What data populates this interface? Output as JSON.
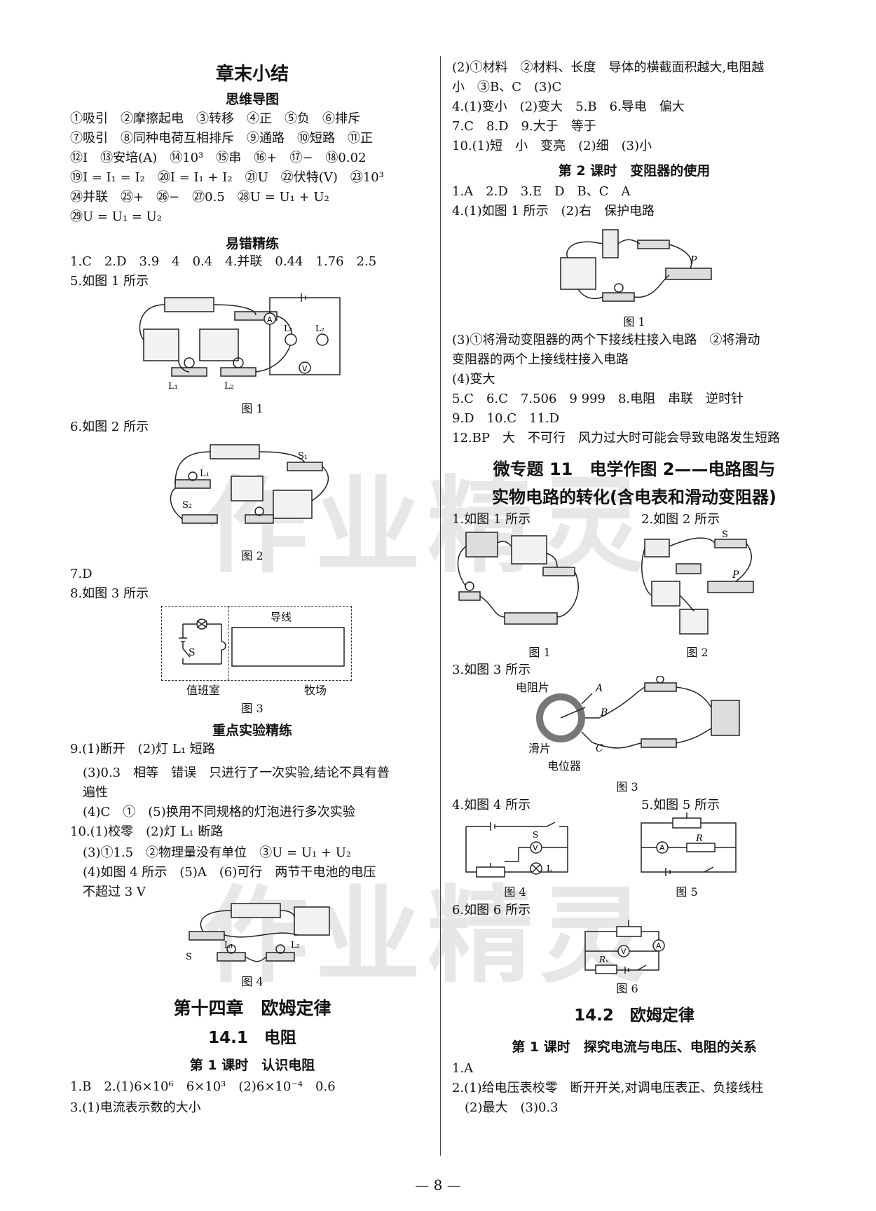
{
  "left": {
    "title": "章末小结",
    "mindmap_heading": "思维导图",
    "mindmap_lines": [
      "①吸引　②摩擦起电　③转移　④正　⑤负　⑥排斥",
      "⑦吸引　⑧同种电荷互相排斥　⑨通路　⑩短路　⑪正",
      "⑫I　⑬安培(A)　⑭10³　⑮串　⑯+　⑰−　⑱0.02",
      "⑲I = I₁ = I₂　⑳I = I₁ + I₂　㉑U　㉒伏特(V)　㉓10³",
      "㉔并联　㉕+　㉖−　㉗0.5　㉘U = U₁ + U₂",
      "㉙U = U₁ = U₂"
    ],
    "errors_heading": "易错精练",
    "errors_lines": [
      "1.C　2.D　3.9　4　0.4　4.并联　0.44　1.76　2.5",
      "5.如图 1 所示"
    ],
    "fig1_caption": "图 1",
    "q6": "6.如图 2 所示",
    "fig2_caption": "图 2",
    "q7": "7.D",
    "q8": "8.如图 3 所示",
    "fig3": {
      "wire": "导线",
      "room": "值班室",
      "farm": "牧场",
      "switch": "S"
    },
    "fig3_caption": "图 3",
    "exp_heading": "重点实验精练",
    "exp_lines": [
      "9.(1)断开　(2)灯 L₁ 短路",
      "　(3)0.3　相等　错误　只进行了一次实验,结论不具有普",
      "　遍性",
      "　(4)C　①　(5)换用不同规格的灯泡进行多次实验",
      "10.(1)校零　(2)灯 L₁ 断路",
      "　(3)①1.5　②物理量没有单位　③U = U₁ + U₂",
      "　(4)如图 4 所示　(5)A　(6)可行　两节干电池的电压",
      "　不超过 3 V"
    ],
    "fig4_caption": "图 4",
    "chapter_title": "第十四章　欧姆定律",
    "section_title": "14.1　电阻",
    "lesson_title": "第 1 课时　认识电阻",
    "lesson_lines": [
      "1.B　2.(1)6×10⁶　6×10³　(2)6×10⁻⁴　0.6",
      "3.(1)电流表示数的大小"
    ]
  },
  "right": {
    "top_lines": [
      "(2)①材料　②材料、长度　导体的横截面积越大,电阻越",
      "小　③B、C　(3)C",
      "4.(1)变小　(2)变大　5.B　6.导电　偏大",
      "7.C　8.D　9.大于　等于",
      "10.(1)短　小　变亮　(2)细　(3)小"
    ],
    "lesson2_title": "第 2 课时　变阻器的使用",
    "lesson2_lines": [
      "1.A　2.D　3.E　D　B、C　A",
      "4.(1)如图 1 所示　(2)右　保护电路"
    ],
    "r_fig1_caption": "图 1",
    "lesson2_more": [
      "(3)①将滑动变阻器的两个下接线柱接入电路　②将滑动",
      "变阻器的两个上接线柱接入电路",
      "(4)变大",
      "5.C　6.C　7.506　9 999　8.电阻　串联　逆时针",
      "9.D　10.C　11.D",
      "12.BP　大　不可行　风力过大时可能会导致电路发生短路"
    ],
    "topic_title_1": "微专题 11　电学作图 2——电路图与",
    "topic_title_2": "实物电路的转化(含电表和滑动变阻器)",
    "t_q1": "1.如图 1 所示",
    "t_q2": "2.如图 2 所示",
    "t_fig1_caption": "图 1",
    "t_fig2_caption": "图 2",
    "t_q3": "3.如图 3 所示",
    "pot": {
      "label_resistor": "电阻片",
      "label_slider": "滑片",
      "label_pot": "电位器",
      "a": "A",
      "b": "B",
      "c": "C"
    },
    "t_fig3_caption": "图 3",
    "t_q4": "4.如图 4 所示",
    "t_q5": "5.如图 5 所示",
    "t_fig4_caption": "图 4",
    "t_fig5_caption": "图 5",
    "t_q6": "6.如图 6 所示",
    "t_fig6_caption": "图 6",
    "section2_title": "14.2　欧姆定律",
    "lesson3_title": "第 1 课时　探究电流与电压、电阻的关系",
    "lesson3_lines": [
      "1.A",
      "2.(1)给电压表校零　断开开关,对调电压表正、负接线柱",
      "　(2)最大　(3)0.3"
    ]
  },
  "watermark": "作业精灵",
  "page_number": "— 8 —"
}
